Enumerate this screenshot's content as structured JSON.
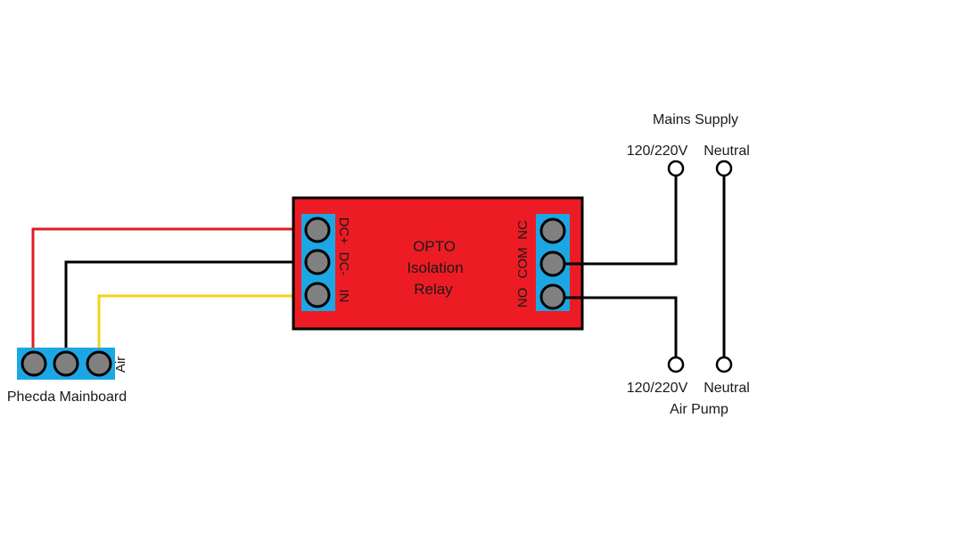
{
  "relay": {
    "title_line1": "OPTO",
    "title_line2": "Isolation",
    "title_line3": "Relay",
    "body_color": "#ed1c24",
    "terminal_block_color": "#1ca7e4",
    "left_terminals": [
      "DC+",
      "DC-",
      "IN"
    ],
    "right_terminals": [
      "NC",
      "COM",
      "NO"
    ]
  },
  "mainboard": {
    "label": "Phecda Mainboard",
    "connector_label": "Air",
    "block_color": "#1ca7e4"
  },
  "mains_supply": {
    "title": "Mains Supply",
    "hot_label": "120/220V",
    "neutral_label": "Neutral"
  },
  "air_pump": {
    "title": "Air Pump",
    "hot_label": "120/220V",
    "neutral_label": "Neutral"
  },
  "wires": {
    "dc_plus_color": "#e01b22",
    "dc_minus_color": "#000000",
    "signal_color": "#f2d21b",
    "mains_color": "#000000"
  },
  "screw_color": "#808080"
}
